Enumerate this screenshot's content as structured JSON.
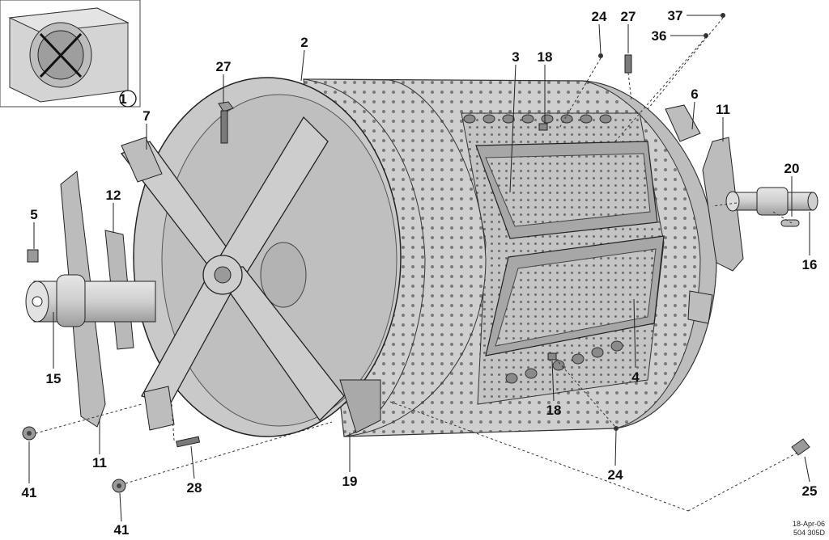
{
  "callouts": [
    {
      "id": "inset",
      "text": "1"
    },
    {
      "id": "drum",
      "text": "2"
    },
    {
      "id": "rear-shaft-top",
      "text": "27"
    },
    {
      "id": "rib-a",
      "text": "3"
    },
    {
      "id": "screw-a",
      "text": "18"
    },
    {
      "id": "nut-top",
      "text": "24"
    },
    {
      "id": "bolt-top",
      "text": "27"
    },
    {
      "id": "pin-37",
      "text": "37"
    },
    {
      "id": "pin-36",
      "text": "36"
    },
    {
      "id": "bracket-6",
      "text": "6"
    },
    {
      "id": "plate-right",
      "text": "11"
    },
    {
      "id": "shaft-right",
      "text": "20"
    },
    {
      "id": "shaft-right-end",
      "text": "16"
    },
    {
      "id": "cross",
      "text": "7"
    },
    {
      "id": "strip",
      "text": "12"
    },
    {
      "id": "shim",
      "text": "5"
    },
    {
      "id": "shaft-left",
      "text": "15"
    },
    {
      "id": "plate-left",
      "text": "11"
    },
    {
      "id": "nut-left-a",
      "text": "41"
    },
    {
      "id": "nut-left-b",
      "text": "41"
    },
    {
      "id": "stud",
      "text": "28"
    },
    {
      "id": "bracket-19",
      "text": "19"
    },
    {
      "id": "rib-b",
      "text": "4"
    },
    {
      "id": "screw-b",
      "text": "18"
    },
    {
      "id": "nut-bottom",
      "text": "24"
    },
    {
      "id": "bolt-bottom",
      "text": "25"
    }
  ],
  "footer": {
    "date": "18-Apr-06",
    "code": "504 305D"
  },
  "colors": {
    "metal": "#c8c8c8",
    "metal_dark": "#a9a9a9",
    "metal_light": "#dedede",
    "line": "#222222"
  }
}
